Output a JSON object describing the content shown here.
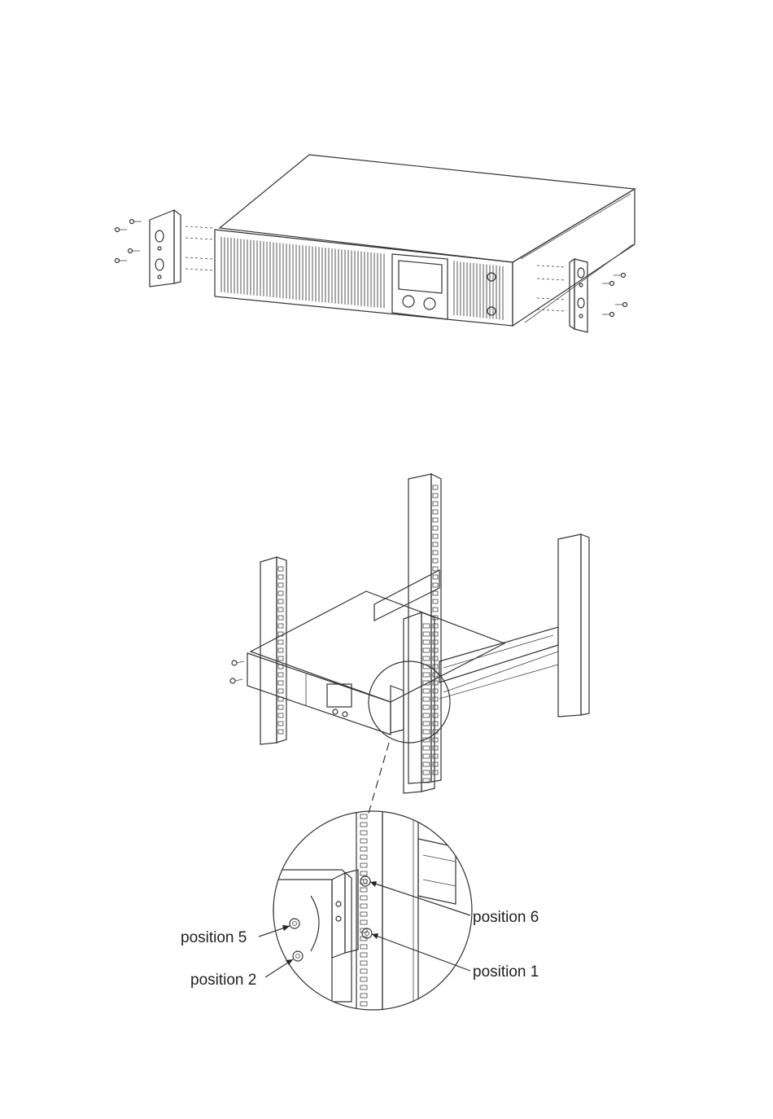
{
  "figure2": {
    "callouts": {
      "position_5": "position 5",
      "position_2": "position 2",
      "position_6": "position 6",
      "position_1": "position 1"
    }
  }
}
